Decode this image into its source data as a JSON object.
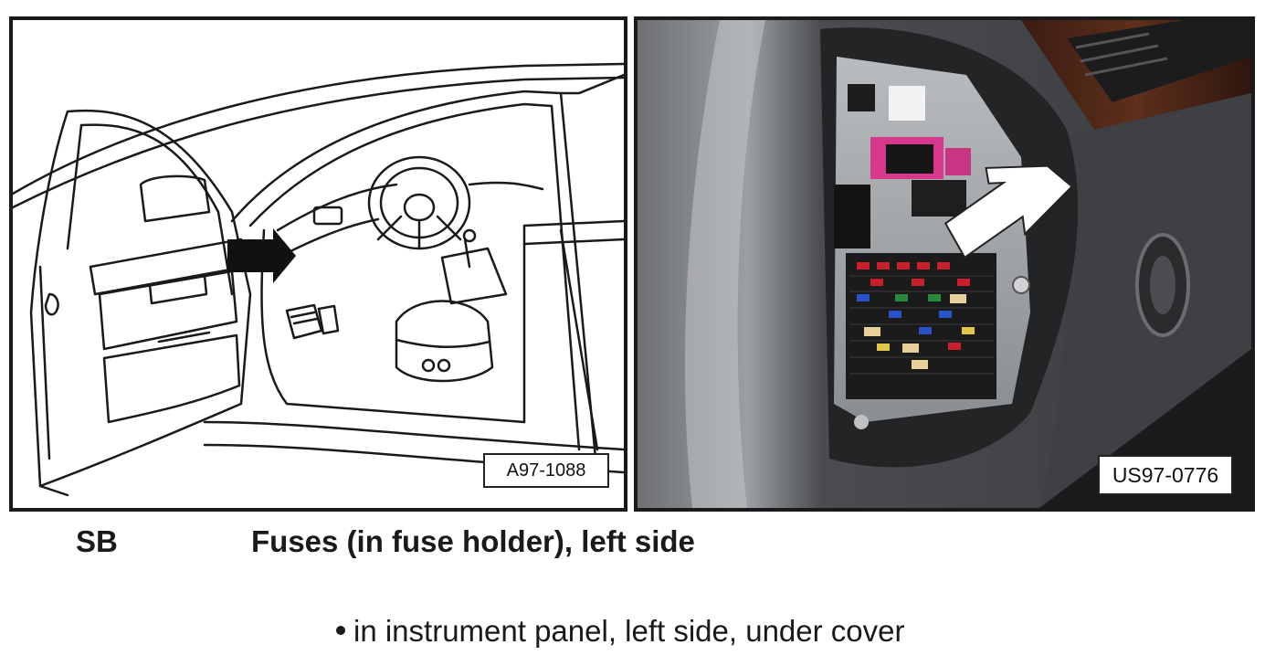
{
  "figures": {
    "left": {
      "label": "A97-1088",
      "description_icon": "car-door-open-line-drawing"
    },
    "right": {
      "label": "US97-0776",
      "description_icon": "fuse-holder-photo"
    }
  },
  "caption": {
    "code": "SB",
    "title": "Fuses (in fuse holder), left side"
  },
  "note": {
    "text": "in instrument panel, left side, under cover"
  },
  "colors": {
    "line": "#1a1a1a",
    "panel_dark": "#2b2c2e",
    "relay_pink": "#d8388c",
    "arrow": "#ffffff"
  }
}
